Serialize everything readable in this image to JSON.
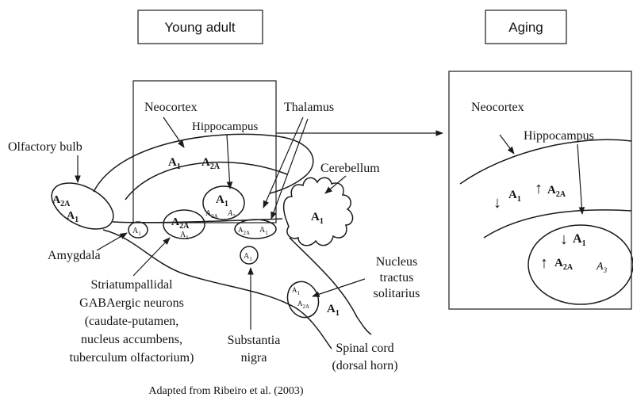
{
  "panels": {
    "young_title": "Young adult",
    "aging_title": "Aging"
  },
  "labels": {
    "neocortex": "Neocortex",
    "hippocampus": "Hippocampus",
    "thalamus": "Thalamus",
    "olfactory_bulb": "Olfactory bulb",
    "cerebellum": "Cerebellum",
    "amygdala": "Amygdala",
    "nucleus_tractus": [
      "Nucleus",
      "tractus",
      "solitarius"
    ],
    "striatum": [
      "Striatumpallidal",
      "GABAergic neurons",
      "(caudate-putamen,",
      "nucleus accumbens,",
      "tuberculum olfactorium)"
    ],
    "substantia": [
      "Substantia",
      "nigra"
    ],
    "spinal_cord": [
      "Spinal cord",
      "(dorsal horn)"
    ],
    "aging_neocortex": "Neocortex",
    "aging_hippocampus": "Hippocampus"
  },
  "receptors": {
    "a1": "A",
    "a1_sub": "1",
    "a2a_sub": "2A",
    "a3_sub": "3",
    "up_arrow": "↑",
    "down_arrow": "↓"
  },
  "caption": "Adapted from Ribeiro et al. (2003)"
}
